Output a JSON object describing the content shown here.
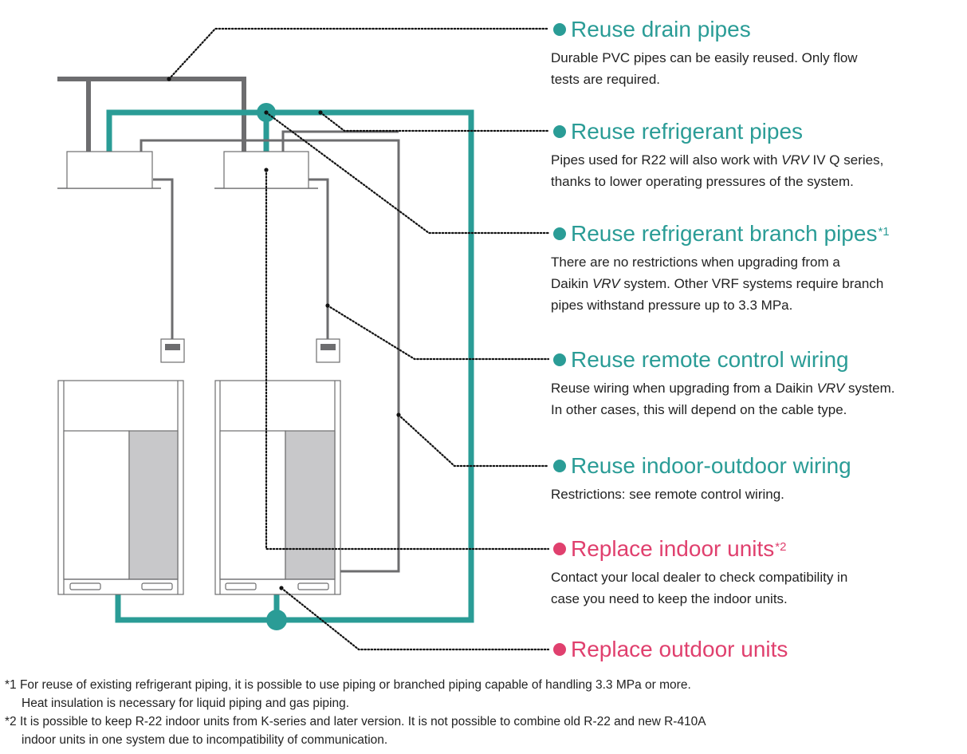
{
  "colors": {
    "teal": "#2a9c96",
    "pink": "#e0406e",
    "pipe_gray": "#6d6d6f",
    "panel_gray": "#c8c8ca"
  },
  "items": [
    {
      "id": "drain",
      "kind": "reuse",
      "title": "Reuse drain pipes",
      "note": "",
      "desc_lines": [
        "Durable PVC pipes can be easily reused. Only flow",
        "tests are required."
      ]
    },
    {
      "id": "refrigerant",
      "kind": "reuse",
      "title": "Reuse refrigerant pipes",
      "note": "",
      "desc_lines": [
        [
          {
            "t": "Pipes used for R22 will also work with "
          },
          {
            "t": "VRV",
            "i": true
          },
          {
            "t": " IV Q series,"
          }
        ],
        "thanks to lower operating pressures of the system."
      ]
    },
    {
      "id": "branch",
      "kind": "reuse",
      "title": "Reuse refrigerant branch pipes",
      "note": "*1",
      "desc_lines": [
        "There are no restrictions when upgrading from a",
        [
          {
            "t": "Daikin "
          },
          {
            "t": "VRV",
            "i": true
          },
          {
            "t": " system. Other VRF systems require branch"
          }
        ],
        "pipes withstand pressure up to 3.3 MPa."
      ]
    },
    {
      "id": "remote",
      "kind": "reuse",
      "title": "Reuse remote control wiring",
      "note": "",
      "desc_lines": [
        [
          {
            "t": "Reuse wiring when upgrading from a Daikin "
          },
          {
            "t": "VRV",
            "i": true
          },
          {
            "t": " system."
          }
        ],
        "In other cases, this will depend on the cable type."
      ]
    },
    {
      "id": "indoor_outdoor",
      "kind": "reuse",
      "title": "Reuse indoor-outdoor wiring",
      "note": "",
      "desc_lines": [
        "Restrictions: see remote control wiring."
      ]
    },
    {
      "id": "indoor_units",
      "kind": "replace",
      "title": "Replace indoor units",
      "note": "*2",
      "desc_lines": [
        "Contact your local dealer to check compatibility in",
        "case you need to keep the indoor units."
      ]
    },
    {
      "id": "outdoor_units",
      "kind": "replace",
      "title": "Replace outdoor units",
      "note": "",
      "desc_lines": []
    }
  ],
  "footnotes": [
    {
      "lines": [
        "*1 For reuse of existing refrigerant piping, it is possible to use piping or branched piping capable of handling 3.3 MPa or more.",
        "Heat insulation is necessary for liquid piping and gas piping."
      ]
    },
    {
      "lines": [
        "*2 It is possible to keep R-22 indoor units from K-series and later version. It is not possible to combine old R-22 and new R-410A",
        "indoor units in one system due to incompatibility of communication."
      ]
    }
  ]
}
